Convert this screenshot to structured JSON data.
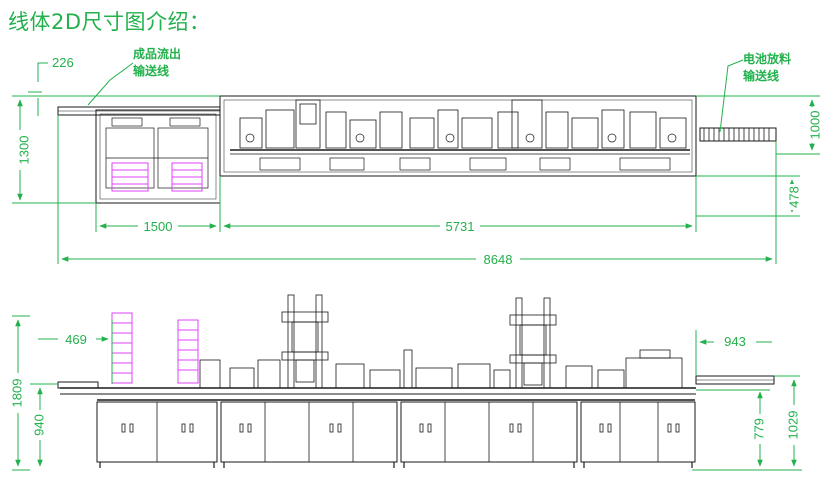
{
  "title": "线体2D尺寸图介绍：",
  "colors": {
    "dimension": "#22b14c",
    "drawing": "#1a1a1a",
    "highlight": "#e040fb"
  },
  "top_view": {
    "callouts": [
      {
        "id": "output",
        "line1": "成品流出",
        "line2": "输送线"
      },
      {
        "id": "input",
        "line1": "电池放料",
        "line2": "输送线"
      }
    ],
    "dimensions": {
      "d226": "226",
      "d1300": "1300",
      "d1000": "1000",
      "d478": "478",
      "d1500": "1500",
      "d5731": "5731",
      "d8648": "8648"
    }
  },
  "front_view": {
    "dimensions": {
      "d1809": "1809",
      "d940": "940",
      "d469": "469",
      "d943": "943",
      "d779": "779",
      "d1029": "1029"
    }
  }
}
